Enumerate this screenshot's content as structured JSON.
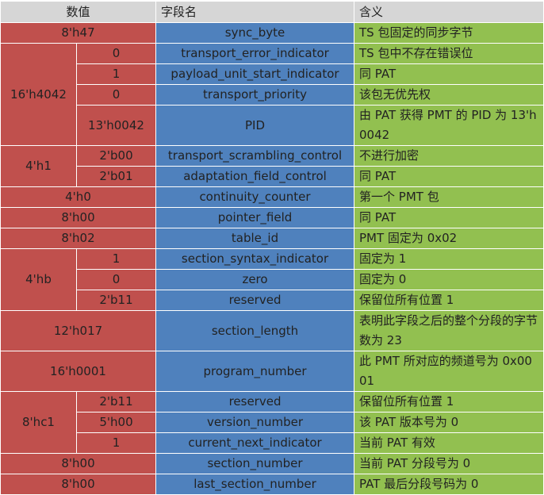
{
  "header": {
    "value": "数值",
    "field": "字段名",
    "meaning": "含义"
  },
  "rows": [
    {
      "g": "8'h47",
      "f": "sync_byte",
      "m": "TS 包固定的同步字节"
    },
    {
      "g": "16'h4042",
      "s": "0",
      "f": "transport_error_indicator",
      "m": "TS 包中不存在错误位"
    },
    {
      "s": "1",
      "f": "payload_unit_start_indicator",
      "m": "同 PAT"
    },
    {
      "s": "0",
      "f": "transport_priority",
      "m": "该包无优先权"
    },
    {
      "s": "13'h0042",
      "f": "PID",
      "m": "由 PAT 获得 PMT 的 PID 为 13'h0042"
    },
    {
      "g": "4'h1",
      "s": "2'b00",
      "f": "transport_scrambling_control",
      "m": "不进行加密"
    },
    {
      "s": "2'b01",
      "f": "adaptation_field_control",
      "m": "同 PAT"
    },
    {
      "g": "4'h0",
      "f": "continuity_counter",
      "m": "第一个 PMT 包"
    },
    {
      "g": "8'h00",
      "f": "pointer_field",
      "m": "同 PAT"
    },
    {
      "g": "8'h02",
      "f": "table_id",
      "m": "PMT 固定为 0x02"
    },
    {
      "g": "4'hb",
      "s": "1",
      "f": "section_syntax_indicator",
      "m": "固定为 1"
    },
    {
      "s": "0",
      "f": "zero",
      "m": "固定为 0"
    },
    {
      "s": "2'b11",
      "f": "reserved",
      "m": "保留位所有位置 1"
    },
    {
      "g": "12'h017",
      "f": "section_length",
      "m": "表明此字段之后的整个分段的字节数为 23"
    },
    {
      "g": "16'h0001",
      "f": "program_number",
      "m": "此 PMT 所对应的频道号为 0x0001"
    },
    {
      "g": "8'hc1",
      "s": "2'b11",
      "f": "reserved",
      "m": "保留位所有位置 1"
    },
    {
      "s": "5'h00",
      "f": "version_number",
      "m": "该 PAT 版本号为 0"
    },
    {
      "s": "1",
      "f": "current_next_indicator",
      "m": "当前 PAT 有效"
    },
    {
      "g": "8'h00",
      "f": "section_number",
      "m": "当前 PAT 分段号为 0"
    },
    {
      "g": "8'h00",
      "f": "last_section_number",
      "m": "PAT 最后分段号码为 0"
    }
  ]
}
